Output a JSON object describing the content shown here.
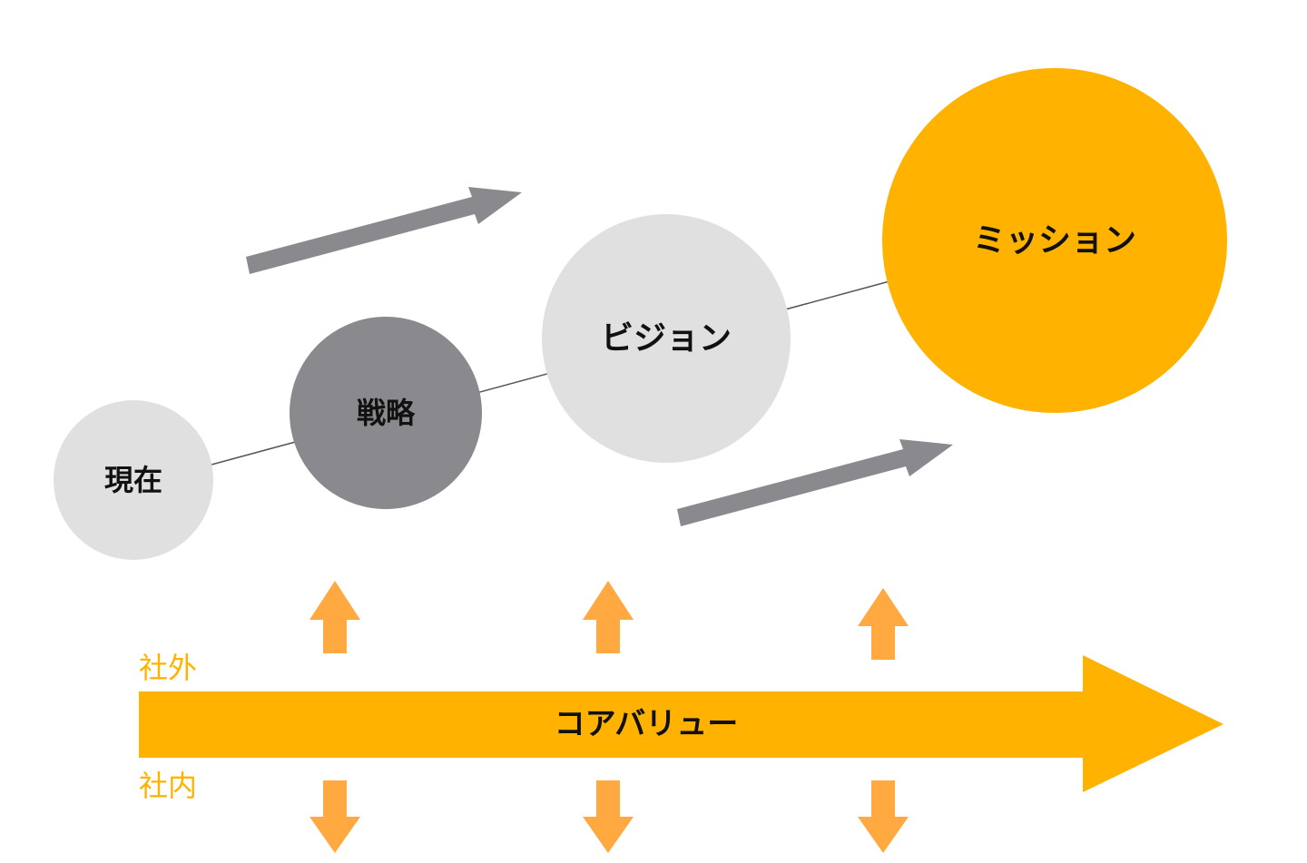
{
  "nodes": {
    "current": "現在",
    "strategy": "戦略",
    "vision": "ビジョン",
    "mission": "ミッション"
  },
  "core_value": "コアバリュー",
  "labels": {
    "external": "社外",
    "internal": "社内"
  },
  "colors": {
    "light_gray": "#E0E0E0",
    "dark_gray": "#8A8A8E",
    "accent": "#FFB300",
    "small_arrow": "#FFA940"
  }
}
